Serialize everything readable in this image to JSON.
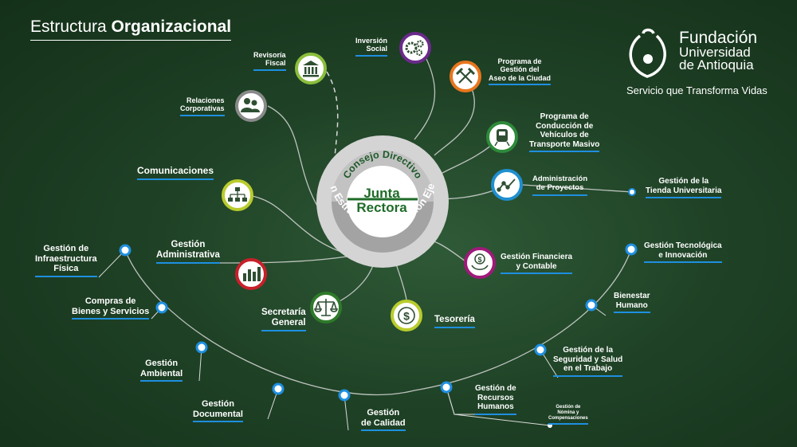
{
  "title": {
    "light": "Estructura ",
    "bold": "Organizacional"
  },
  "logo": {
    "line1": "Fundación",
    "line2": "Universidad",
    "line3": "de Antioquia",
    "slogan": "Servicio que Transforma Vidas"
  },
  "center": {
    "line1": "Junta",
    "line2": "Rectora",
    "ring_inner": "Consejo Directivo",
    "ring_outer": "Gestión Estratégica - Dirección Ejecutiva"
  },
  "nodes": {
    "revisoria": {
      "label": "Revisoría\nFiscal",
      "icon": "bank-icon"
    },
    "relaciones": {
      "label": "Relaciones\nCorporativas",
      "icon": "people-icon"
    },
    "comunicaciones": {
      "label": "Comunicaciones",
      "icon": "org-chart-icon"
    },
    "administrativa": {
      "label": "Gestión\nAdministrativa",
      "icon": "bar-chart-icon"
    },
    "secretaria": {
      "label": "Secretaría\nGeneral",
      "icon": "scales-icon"
    },
    "tesoreria": {
      "label": "Tesorería",
      "icon": "dollar-icon"
    },
    "financiera": {
      "label": "Gestión Financiera\ny Contable",
      "icon": "money-hand-icon"
    },
    "proyectos": {
      "label": "Administración\nde Proyectos",
      "icon": "trend-icon"
    },
    "transporte": {
      "label": "Programa de\nConducción de\nVehículos de\nTransporte Masivo",
      "icon": "train-icon"
    },
    "aseo": {
      "label": "Programa de\nGestión del\nAseo de la Ciudad",
      "icon": "tools-icon"
    },
    "inversion": {
      "label": "Inversión\nSocial",
      "icon": "gears-icon"
    }
  },
  "arc": {
    "infraestructura": "Gestión de\nInfraestructura\nFísica",
    "compras": "Compras de\nBienes y Servicios",
    "ambiental": "Gestión\nAmbiental",
    "documental": "Gestión\nDocumental",
    "calidad": "Gestión\nde Calidad",
    "recursos": "Gestión de\nRecursos\nHumanos",
    "nomina": "Gestión de\nNómina y\nCompensaciones",
    "seguridad": "Gestión de la\nSeguridad y Salud\nen el Trabajo",
    "bienestar": "Bienestar\nHumano",
    "tecnologica": "Gestión Tecnológica\ne Innovación",
    "tienda": "Gestión de la\nTienda Universitaria"
  },
  "colors": {
    "accent_blue": "#1e8fe0",
    "green_dark": "#1e6b28",
    "ring_gray": "#9a9a9a"
  }
}
